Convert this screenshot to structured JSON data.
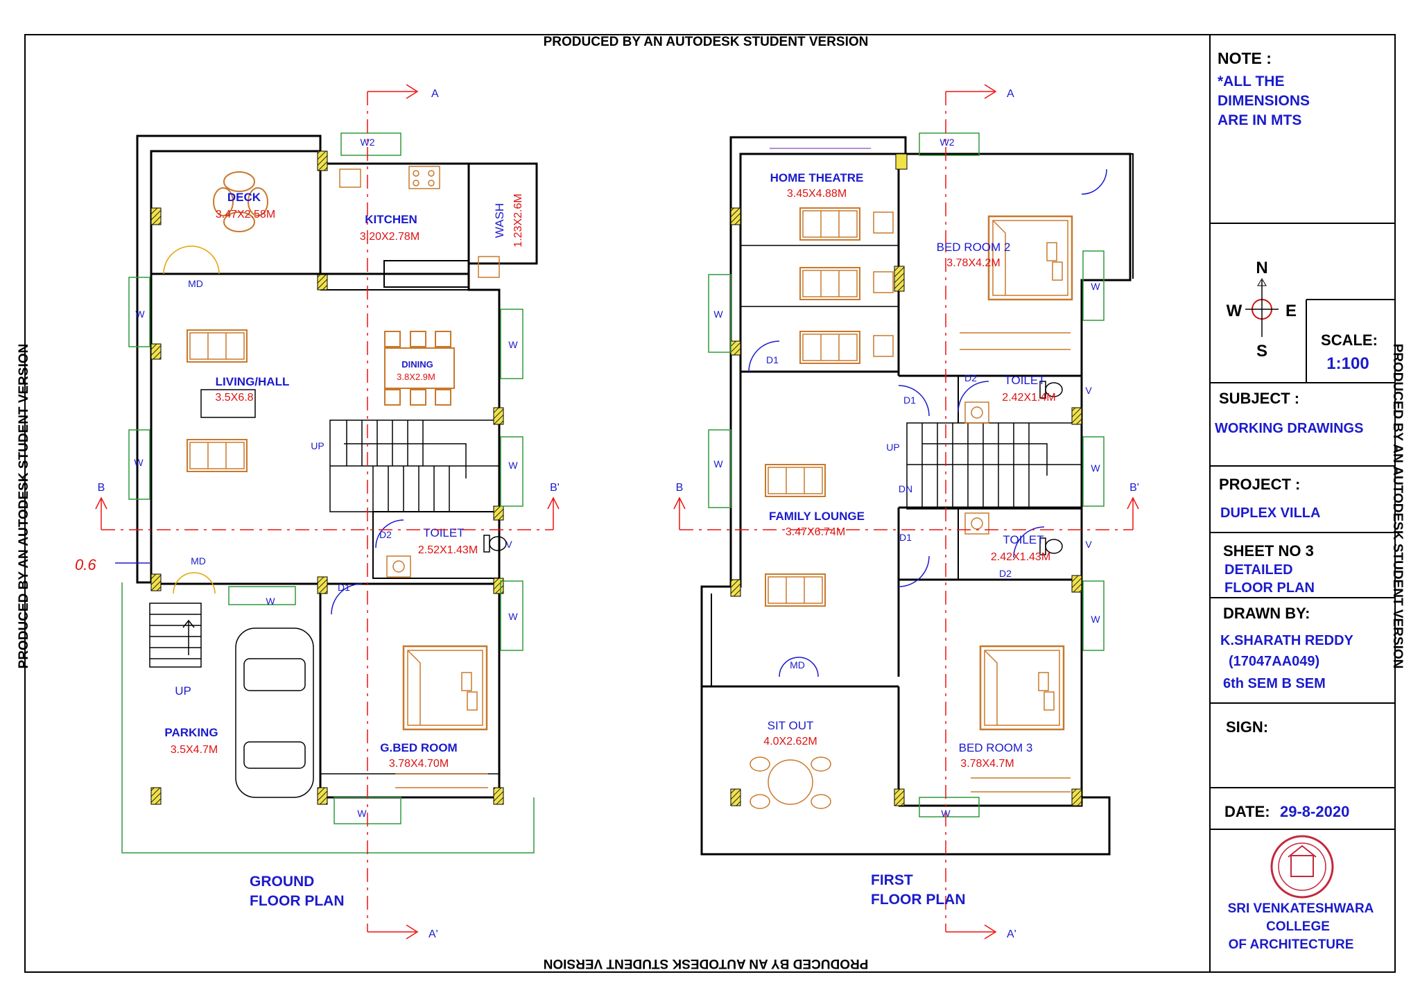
{
  "watermark": "PRODUCED BY AN AUTODESK STUDENT VERSION",
  "ground_floor": {
    "title_line1": "GROUND",
    "title_line2": "FLOOR PLAN",
    "rooms": [
      {
        "name": "DECK",
        "size": "3.47X2.58M"
      },
      {
        "name": "KITCHEN",
        "size": "3.20X2.78M"
      },
      {
        "name": "WASH",
        "size": "1.23X2.6M"
      },
      {
        "name": "LIVING/HALL",
        "size": "3.5X6.8"
      },
      {
        "name": "DINING",
        "size": "3.8X2.9M"
      },
      {
        "name": "TOILET",
        "size": "2.52X1.43M"
      },
      {
        "name": "PARKING",
        "size": "3.5X4.7M"
      },
      {
        "name": "G.BED ROOM",
        "size": "3.78X4.70M"
      }
    ],
    "tags": {
      "w2": "W2",
      "w": "W",
      "md": "MD",
      "d1": "D1",
      "d2": "D2",
      "v": "V",
      "up": "UP"
    },
    "dimension": "0.6"
  },
  "first_floor": {
    "title_line1": "FIRST",
    "title_line2": "FLOOR PLAN",
    "rooms": [
      {
        "name": "HOME THEATRE",
        "size": "3.45X4.88M"
      },
      {
        "name": "BED ROOM 2",
        "size": "3.78X4.2M"
      },
      {
        "name": "TOILET",
        "size": "2.42X1.4M"
      },
      {
        "name": "FAMILY LOUNGE",
        "size": "3.47X6.74M"
      },
      {
        "name": "TOILET",
        "size": "2.42X1.43M"
      },
      {
        "name": "SIT OUT",
        "size": "4.0X2.62M"
      },
      {
        "name": "BED ROOM 3",
        "size": "3.78X4.7M"
      }
    ],
    "tags": {
      "w2": "W2",
      "w": "W",
      "md": "MD",
      "d1": "D1",
      "d2": "D2",
      "v": "V",
      "up": "UP",
      "dn": "DN"
    }
  },
  "section_marks": {
    "a": "A",
    "a_prime": "A'",
    "b": "B",
    "b_prime": "B'"
  },
  "title_block": {
    "note_heading": "NOTE :",
    "note_lines": [
      "*ALL THE",
      "DIMENSIONS",
      "ARE IN MTS"
    ],
    "compass": {
      "n": "N",
      "s": "S",
      "e": "E",
      "w": "W"
    },
    "scale_label": "SCALE:",
    "scale_value": "1:100",
    "subject_label": "SUBJECT :",
    "subject_value": "WORKING DRAWINGS",
    "project_label": "PROJECT :",
    "project_value": "DUPLEX VILLA",
    "sheet_label": "SHEET NO 3",
    "sheet_lines": [
      "DETAILED",
      "FLOOR PLAN"
    ],
    "drawn_label": "DRAWN BY:",
    "drawn_lines": [
      "K.SHARATH REDDY",
      "(17047AA049)",
      "6th SEM B SEM"
    ],
    "sign_label": "SIGN:",
    "date_label": "DATE:",
    "date_value": "29-8-2020",
    "college_lines": [
      "SRI VENKATESHWARA",
      "COLLEGE",
      "OF ARCHITECTURE"
    ]
  },
  "colors": {
    "wall": "#000000",
    "label_blue": "#1a1acc",
    "dim_red": "#dd1111",
    "furniture": "#c8782a",
    "window_green": "#2f9a3a",
    "section_red": "#ee1111"
  }
}
